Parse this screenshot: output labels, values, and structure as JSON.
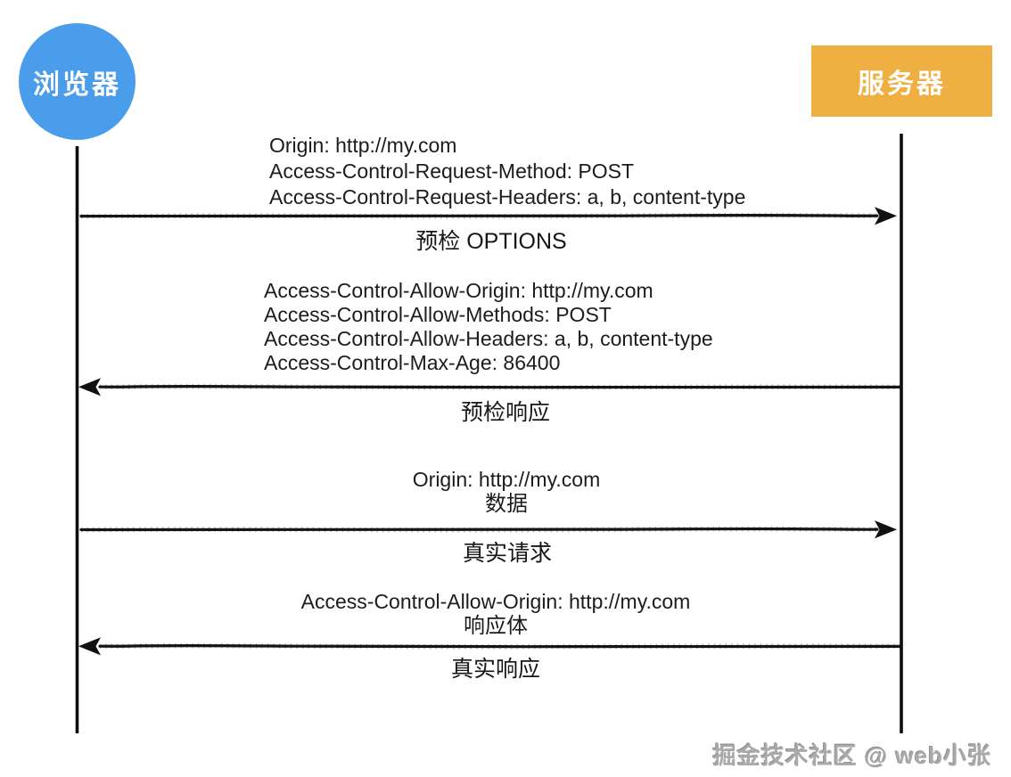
{
  "actors": {
    "browser": {
      "label": "浏览器",
      "color": "#4a9deb"
    },
    "server": {
      "label": "服务器",
      "color": "#efb041"
    }
  },
  "colors": {
    "line": "#111111",
    "text": "#1c1c1c"
  },
  "messages": [
    {
      "direction": "right",
      "lines": [
        "Origin: http://my.com",
        "Access-Control-Request-Method: POST",
        "Access-Control-Request-Headers: a, b, content-type"
      ],
      "label": "预检 OPTIONS"
    },
    {
      "direction": "left",
      "lines": [
        "Access-Control-Allow-Origin: http://my.com",
        "Access-Control-Allow-Methods: POST",
        "Access-Control-Allow-Headers: a, b, content-type",
        "Access-Control-Max-Age: 86400"
      ],
      "label": "预检响应"
    },
    {
      "direction": "right",
      "lines": [
        "Origin: http://my.com",
        "数据"
      ],
      "label": "真实请求"
    },
    {
      "direction": "left",
      "lines": [
        "Access-Control-Allow-Origin: http://my.com",
        "响应体"
      ],
      "label": "真实响应"
    }
  ],
  "watermark": "掘金技术社区 @ web小张"
}
